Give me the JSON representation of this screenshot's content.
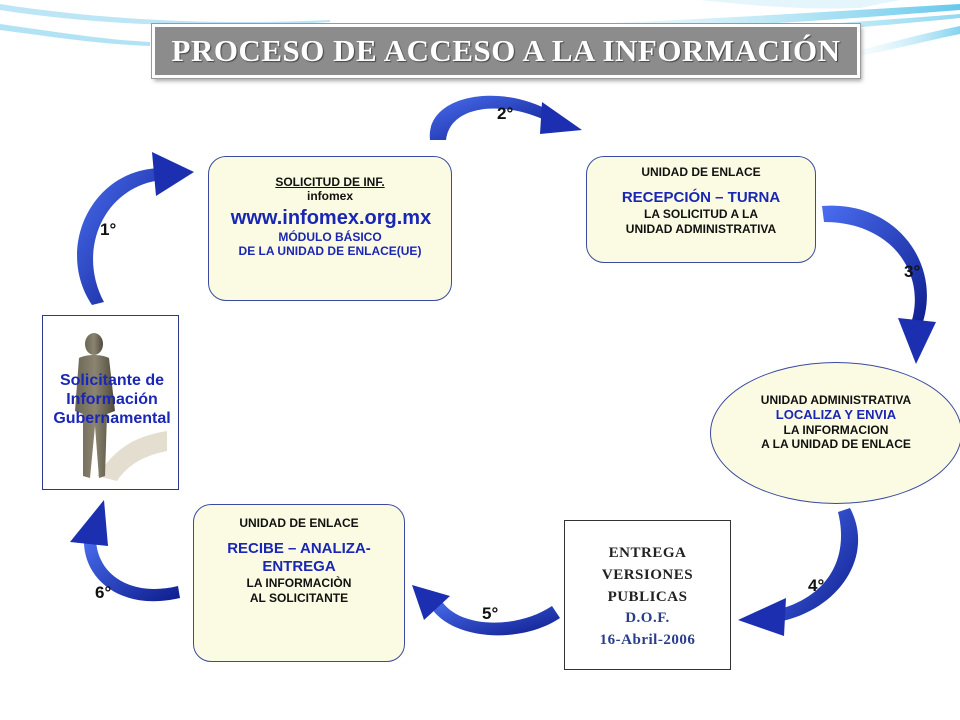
{
  "title": "PROCESO DE ACCESO A LA INFORMACIÓN",
  "boxes": {
    "solicitud": {
      "line1": "SOLICITUD  DE INF.",
      "line2": "infomex",
      "url": "www.infomex.org.mx",
      "line4": "MÓDULO BÁSICO",
      "line5": "DE LA UNIDAD DE ENLACE(UE)"
    },
    "recepcion": {
      "line1": "UNIDAD DE ENLACE",
      "line2": "RECEPCIÓN  –  TURNA",
      "line3": "LA SOLICITUD  A LA",
      "line4": "UNIDAD ADMINISTRATIVA"
    },
    "administrativa": {
      "line1": "UNIDAD ADMINISTRATIVA",
      "line2": "LOCALIZA Y ENVIA",
      "line3": "LA INFORMACION",
      "line4": "A LA UNIDAD DE ENLACE"
    },
    "recibe": {
      "line1": "UNIDAD DE ENLACE",
      "line2": "RECIBE –  ANALIZA-",
      "line3": "ENTREGA",
      "line4": "LA INFORMACIÒN",
      "line5": "AL  SOLICITANTE"
    },
    "entrega": {
      "line1": "ENTREGA",
      "line2": "VERSIONES",
      "line3": "PUBLICAS",
      "line4": "D.O.F.",
      "line5": "16-Abril-2006"
    },
    "solicitante": {
      "line1": "Solicitante de",
      "line2": "Información",
      "line3": "Gubernamental"
    }
  },
  "steps": [
    "1°",
    "2°",
    "3°",
    "4°",
    "5°",
    "6°"
  ],
  "colors": {
    "arrow": "#2e46c8",
    "arrow_dark": "#0b1a8a",
    "box_fill": "#fbfbe3",
    "title_bg": "#8c8c8c",
    "text_blue": "#1a27b4"
  },
  "icons": [
    "person-silhouette-icon",
    "curved-arrow-icon"
  ]
}
